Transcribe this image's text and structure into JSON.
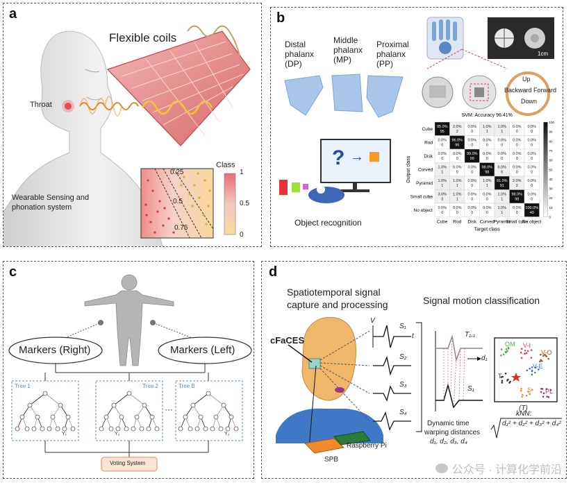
{
  "panel_a": {
    "label": "a",
    "coils_label": "Flexible coils",
    "throat_label": "Throat",
    "system_label_l1": "Wearable Sensing and",
    "system_label_l2": "phonation system",
    "class_title": "Class",
    "class_ticks": [
      "1",
      "0.5",
      "0"
    ],
    "contour_labels": [
      "0.25",
      "0.5",
      "0.75"
    ]
  },
  "panel_b": {
    "label": "b",
    "phalanx": [
      {
        "l1": "Distal",
        "l2": "phalanx",
        "l3": "(DP)"
      },
      {
        "l1": "Middle",
        "l2": "phalanx",
        "l3": "(MP)"
      },
      {
        "l1": "Proximal",
        "l2": "phalanx",
        "l3": "(PP)"
      }
    ],
    "scale_bar": "1cm",
    "directions": {
      "up": "Up",
      "down": "Down",
      "backward": "Backward",
      "forward": "Forward"
    },
    "object_recognition": "Object recognition",
    "question_mark": "?",
    "arrow": "→",
    "confusion": {
      "title": "SVM: Accuracy 96.41%",
      "xlabel": "Target class",
      "ylabel": "Output class",
      "rows": [
        "Cube",
        "Rod",
        "Disk",
        "Curved",
        "Pyramid",
        "Small cube",
        "No object"
      ],
      "cols": [
        "Cube",
        "Rod",
        "Disk",
        "Curved",
        "Pyramid",
        "Small cube",
        "No object"
      ],
      "pct": [
        [
          "95.0%",
          "2.0%",
          "0.0%",
          "1.0%",
          "1.0%",
          "0.0%",
          "0.0%"
        ],
        [
          "0.0%",
          "96.0%",
          "0.0%",
          "0.0%",
          "0.0%",
          "0.0%",
          "0.0%"
        ],
        [
          "0.0%",
          "0.0%",
          "99.0%",
          "0.0%",
          "0.0%",
          "0.0%",
          "0.0%"
        ],
        [
          "1.0%",
          "0.0%",
          "0.0%",
          "98.0%",
          "6.0%",
          "0.0%",
          "0.0%"
        ],
        [
          "1.0%",
          "1.0%",
          "0.0%",
          "1.0%",
          "91.0%",
          "2.0%",
          "0.0%"
        ],
        [
          "3.0%",
          "1.0%",
          "0.0%",
          "0.0%",
          "1.0%",
          "98.0%",
          "0.0%"
        ],
        [
          "0.0%",
          "0.0%",
          "0.0%",
          "0.0%",
          "1.0%",
          "0.0%",
          "100.0%"
        ]
      ],
      "counts": [
        [
          "95",
          "2",
          "0",
          "1",
          "1",
          "0",
          "0"
        ],
        [
          "0",
          "96",
          "0",
          "0",
          "0",
          "0",
          "0"
        ],
        [
          "0",
          "0",
          "99",
          "0",
          "0",
          "0",
          "0"
        ],
        [
          "1",
          "0",
          "0",
          "98",
          "6",
          "0",
          "0"
        ],
        [
          "1",
          "1",
          "0",
          "1",
          "91",
          "2",
          "0"
        ],
        [
          "3",
          "1",
          "0",
          "0",
          "1",
          "98",
          "0"
        ],
        [
          "0",
          "0",
          "0",
          "0",
          "1",
          "0",
          "40"
        ]
      ],
      "colorbar_ticks": [
        "100",
        "90",
        "80",
        "70",
        "60",
        "50",
        "40",
        "30",
        "20",
        "10",
        "0"
      ]
    }
  },
  "panel_c": {
    "label": "c",
    "markers_right": "Markers (Right)",
    "markers_left": "Markers (Left)",
    "trees": [
      "Tree 1",
      "Tree 2",
      "Tree B"
    ],
    "outputs": [
      "Y₁",
      "Y₂",
      "Y₃"
    ],
    "ellipsis": "···",
    "voting": "Voting System"
  },
  "panel_d": {
    "label": "d",
    "heading1_l1": "Spatiotemporal signal",
    "heading1_l2": "capture and processing",
    "heading2": "Signal motion classification",
    "device": "cFaCES",
    "signals": [
      "S₁",
      "S₂",
      "S₃",
      "S₄"
    ],
    "v_label": "V",
    "t_label": "t",
    "t11": "T₁,₁",
    "d1": "d₁",
    "s1": "S₁",
    "dtw_l1": "Dynamic time",
    "dtw_l2": "warping distances",
    "dtw_l3": "d₁, d₂, d₃, d₄",
    "clusters": [
      "OM",
      "V-I",
      "V-O",
      "V-E",
      "T",
      "S",
      "PL"
    ],
    "t_caption": "(T)",
    "knn_title": "kNN:",
    "knn_formula": "d₁² + d₂² + d₃² + d₄²",
    "raspberry": "Raspberry Pi",
    "spb": "SPB"
  },
  "watermark": "公众号 · 计算化学前沿"
}
